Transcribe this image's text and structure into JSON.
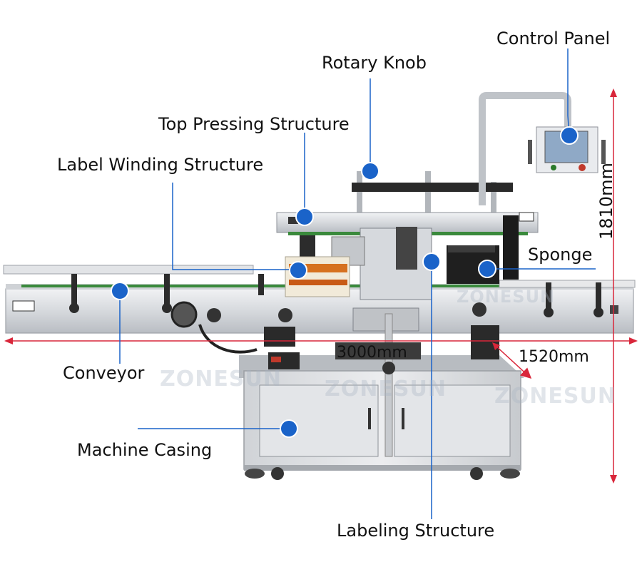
{
  "callouts": {
    "control_panel": "Control Panel",
    "rotary_knob": "Rotary Knob",
    "top_pressing": "Top Pressing Structure",
    "label_winding": "Label Winding Structure",
    "sponge": "Sponge",
    "conveyor": "Conveyor",
    "machine_casing": "Machine Casing",
    "labeling_structure": "Labeling Structure"
  },
  "dimensions": {
    "height": "1810mm",
    "length": "3000mm",
    "width": "1520mm"
  },
  "watermark": "ZONESUN",
  "colors": {
    "callout_blue": "#1a63c9",
    "dimension_red": "#d9263a"
  }
}
